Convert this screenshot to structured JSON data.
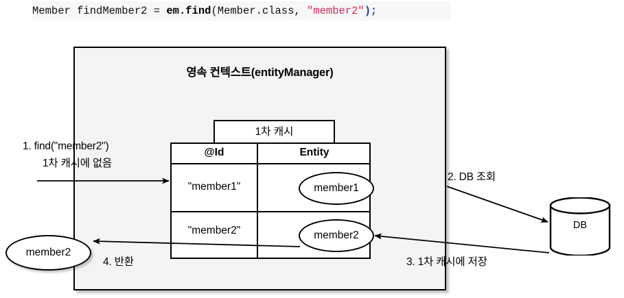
{
  "code": {
    "segments": [
      {
        "text": "Member findMember2 = ",
        "style": "kw"
      },
      {
        "text": "em.find",
        "style": "b"
      },
      {
        "text": "(Member.class, ",
        "style": "kw"
      },
      {
        "text": "\"member2\"",
        "style": "str"
      },
      {
        "text": ")",
        "style": "pn"
      },
      {
        "text": ";",
        "style": "pn"
      }
    ],
    "full_text": "Member findMember2 = em.find(Member.class, \"member2\");",
    "part_plain_1": "Member findMember2 = ",
    "part_bold": "em.find",
    "part_plain_2": "(Member.class, ",
    "part_string": "\"member2\"",
    "part_paren": ")",
    "part_semi": ";",
    "string_color": "#d6285a",
    "paren_color": "#1d3fb0",
    "background": "#f7f7f7"
  },
  "diagram": {
    "persistence_context": {
      "title": "영속 컨텍스트(entityManager)",
      "fill": "#f4f4f4",
      "stroke": "#000000"
    },
    "cache": {
      "tab_label": "1차 캐시",
      "columns": [
        "@Id",
        "Entity"
      ],
      "rows": [
        {
          "id": "\"member1\"",
          "entity": "member1"
        },
        {
          "id": "\"member2\"",
          "entity": "member2"
        }
      ]
    },
    "external_entity": {
      "label": "member2"
    },
    "database": {
      "label": "DB"
    },
    "steps": [
      {
        "n": 1,
        "line1": "1. find(\"member2\")",
        "line2": "1차 캐시에 없음"
      },
      {
        "n": 2,
        "line1": "2. DB 조회",
        "line2": ""
      },
      {
        "n": 3,
        "line1": "3. 1차 캐시에 저장",
        "line2": ""
      },
      {
        "n": 4,
        "line1": "4. 반환",
        "line2": ""
      }
    ],
    "step1_line1": "1. find(\"member2\")",
    "step1_line2": "1차 캐시에 없음",
    "step2_label": "2. DB 조회",
    "step3_label": "3. 1차 캐시에 저장",
    "step4_label": "4. 반환"
  }
}
